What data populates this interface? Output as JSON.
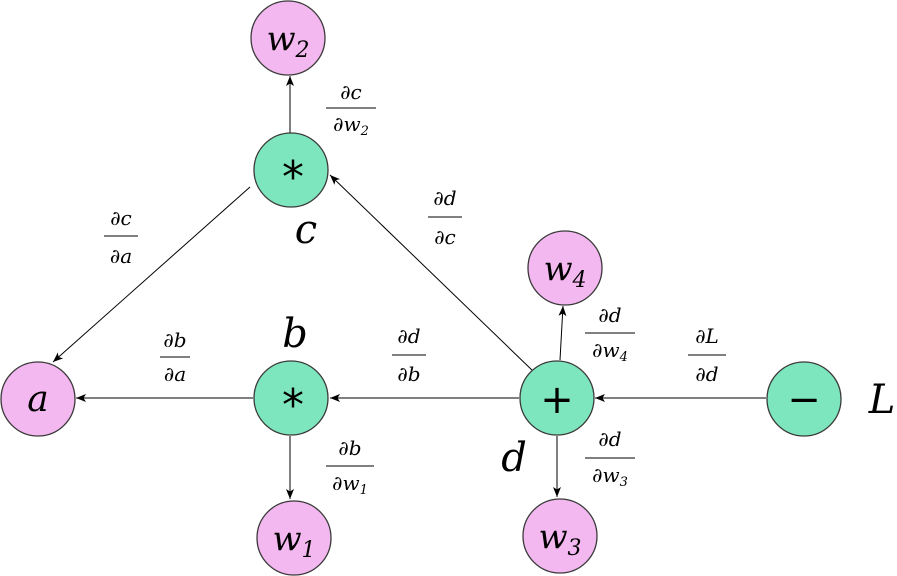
{
  "nodes": {
    "a": {
      "var": "a",
      "sub": ""
    },
    "w1": {
      "var": "w",
      "sub": "1"
    },
    "w2": {
      "var": "w",
      "sub": "2"
    },
    "w3": {
      "var": "w",
      "sub": "3"
    },
    "w4": {
      "var": "w",
      "sub": "4"
    },
    "b": {
      "op": "*"
    },
    "c": {
      "op": "*"
    },
    "d": {
      "op": "+"
    },
    "L": {
      "op": "−"
    }
  },
  "node_labels": {
    "b": "b",
    "c": "c",
    "d": "d",
    "L": "L"
  },
  "edge_labels": {
    "dc_dw2": {
      "num": "∂c",
      "den": "∂w",
      "den_sub": "2"
    },
    "dc_da": {
      "num": "∂c",
      "den": "∂a",
      "den_sub": ""
    },
    "dd_dc": {
      "num": "∂d",
      "den": "∂c",
      "den_sub": ""
    },
    "db_da": {
      "num": "∂b",
      "den": "∂a",
      "den_sub": ""
    },
    "dd_db": {
      "num": "∂d",
      "den": "∂b",
      "den_sub": ""
    },
    "db_dw1": {
      "num": "∂b",
      "den": "∂w",
      "den_sub": "1"
    },
    "dd_dw4": {
      "num": "∂d",
      "den": "∂w",
      "den_sub": "4"
    },
    "dL_dd": {
      "num": "∂L",
      "den": "∂d",
      "den_sub": ""
    },
    "dd_dw3": {
      "num": "∂d",
      "den": "∂w",
      "den_sub": "3"
    }
  },
  "colors": {
    "variable_node": "#f4b8f0",
    "operation_node": "#7ee6be"
  }
}
